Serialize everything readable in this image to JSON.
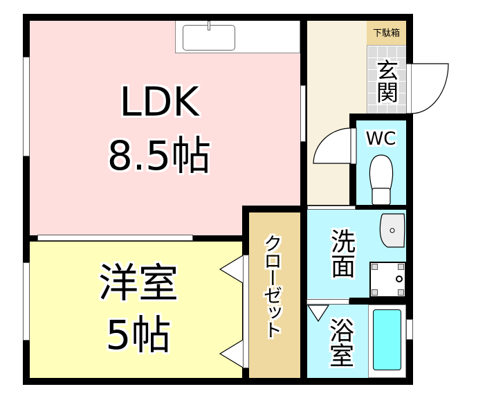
{
  "colors": {
    "ldk": "#ffdede",
    "western_room": "#ffffbb",
    "closet": "#efd9a0",
    "hallway": "#f8f1dd",
    "shoe_box": "#efd9a0",
    "entrance_tile": "#dcdcdc",
    "wet_area": "#bff8ff",
    "bathtub": "#80ffff",
    "wall": "#000000"
  },
  "rooms": {
    "ldk": {
      "name": "LDK",
      "size": "8.5帖"
    },
    "western_room": {
      "name": "洋室",
      "size": "5帖"
    },
    "closet": {
      "name": "クローゼット"
    },
    "shoe_box": {
      "name": "下駄箱"
    },
    "entrance": {
      "name": "玄関"
    },
    "toilet": {
      "name": "WC"
    },
    "washroom": {
      "name": "洗面"
    },
    "bathroom": {
      "name": "浴室"
    }
  }
}
